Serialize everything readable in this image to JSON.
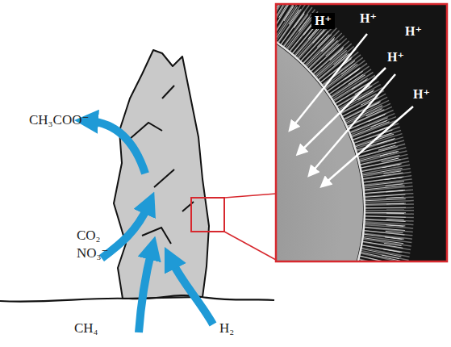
{
  "diagram": {
    "labels": [
      "CH₃COO⁻",
      "CO₂",
      "NO₃⁻",
      "CH₄",
      "H₂",
      "H⁺",
      "H⁺",
      "H⁺",
      "H⁺",
      "H⁺"
    ]
  }
}
